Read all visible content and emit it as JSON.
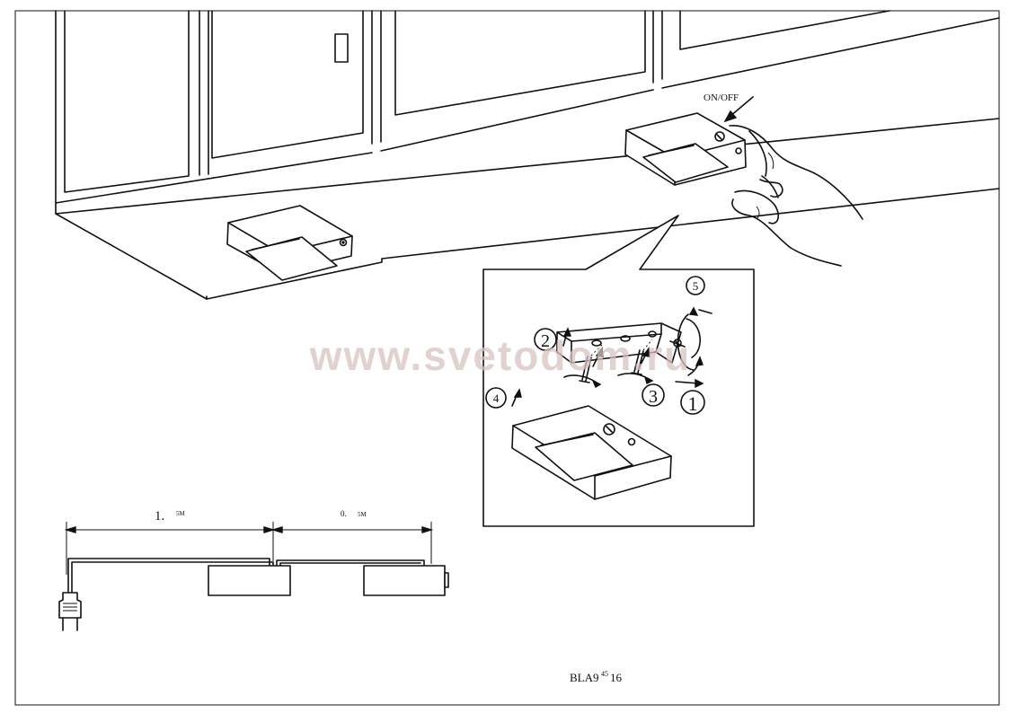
{
  "labels": {
    "switch": "ON/OFF",
    "step1": "1",
    "step2": "2",
    "step3": "3",
    "step4": "4",
    "step5": "5",
    "cable_left_major": "1.",
    "cable_left_unit": "5M",
    "cable_right_major": "0.",
    "cable_right_unit": "5M",
    "model_prefix": "BLA9",
    "model_super": "45",
    "model_suffix": "16"
  },
  "watermark": "www.svetodom.ru",
  "colors": {
    "line": "#111111",
    "watermark": "#d8c4c0",
    "background": "#ffffff"
  }
}
